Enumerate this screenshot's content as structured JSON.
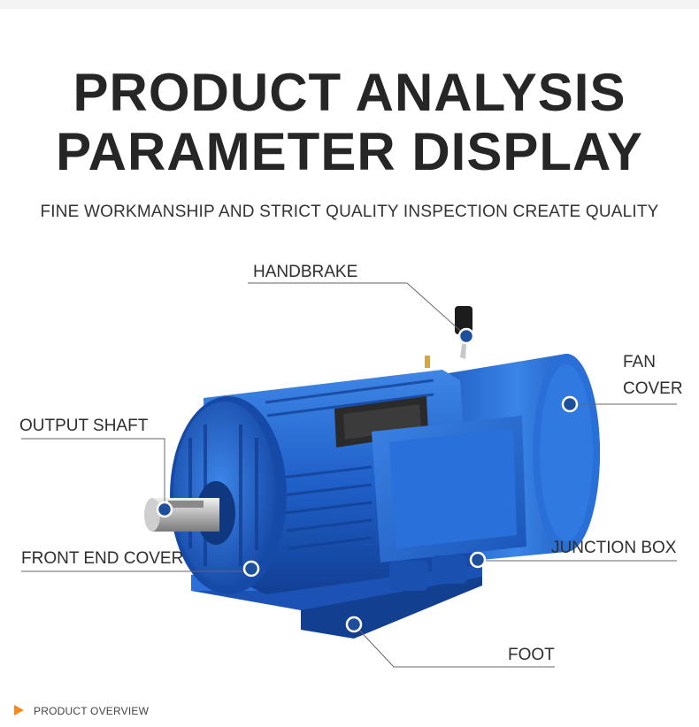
{
  "header": {
    "title_line1": "PRODUCT ANALYSIS",
    "title_line2": "PARAMETER DISPLAY",
    "subtitle": "FINE WORKMANSHIP AND STRICT QUALITY INSPECTION CREATE QUALITY"
  },
  "callouts": {
    "handbrake": "HANDBRAKE",
    "fan_cover_line1": "FAN",
    "fan_cover_line2": "COVER",
    "output_shaft": "OUTPUT SHAFT",
    "front_end_cover": "FRONT END COVER",
    "junction_box": "JUNCTION BOX",
    "foot": "FOOT"
  },
  "footer": {
    "section_label": "PRODUCT OVERVIEW"
  },
  "colors": {
    "motor_blue": "#1e5fc8",
    "marker_blue": "#1c4f9c",
    "accent_orange": "#f08c1e",
    "text_dark": "#262626"
  }
}
